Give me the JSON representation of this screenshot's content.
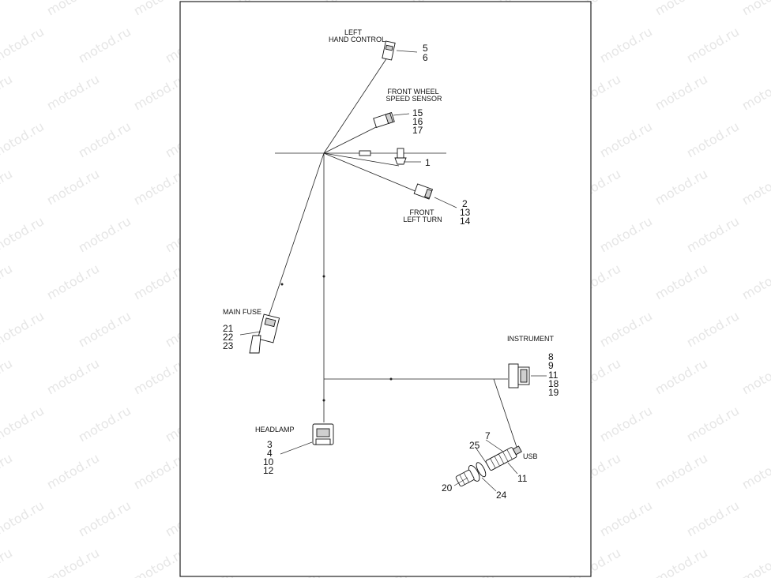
{
  "watermark": "motod.ru",
  "labels": {
    "left_hand_control_1": "LEFT",
    "left_hand_control_2": "HAND CONTROL",
    "front_wheel_1": "FRONT WHEEL",
    "front_wheel_2": "SPEED SENSOR",
    "front_left_turn_1": "FRONT",
    "front_left_turn_2": "LEFT TURN",
    "main_fuse": "MAIN FUSE",
    "instrument": "INSTRUMENT",
    "headlamp": "HEADLAMP",
    "usb": "USB"
  },
  "callouts": {
    "lhc": [
      "5",
      "6"
    ],
    "fwss": [
      "15",
      "16",
      "17"
    ],
    "clip": "1",
    "flt": [
      "2",
      "13",
      "14"
    ],
    "fuse": [
      "21",
      "22",
      "23"
    ],
    "inst": [
      "8",
      "9",
      "11",
      "18",
      "19"
    ],
    "head": [
      "3",
      "4",
      "10",
      "12"
    ],
    "usb_7": "7",
    "usb_25": "25",
    "usb_11": "11",
    "usb_20": "20",
    "usb_24": "24"
  }
}
